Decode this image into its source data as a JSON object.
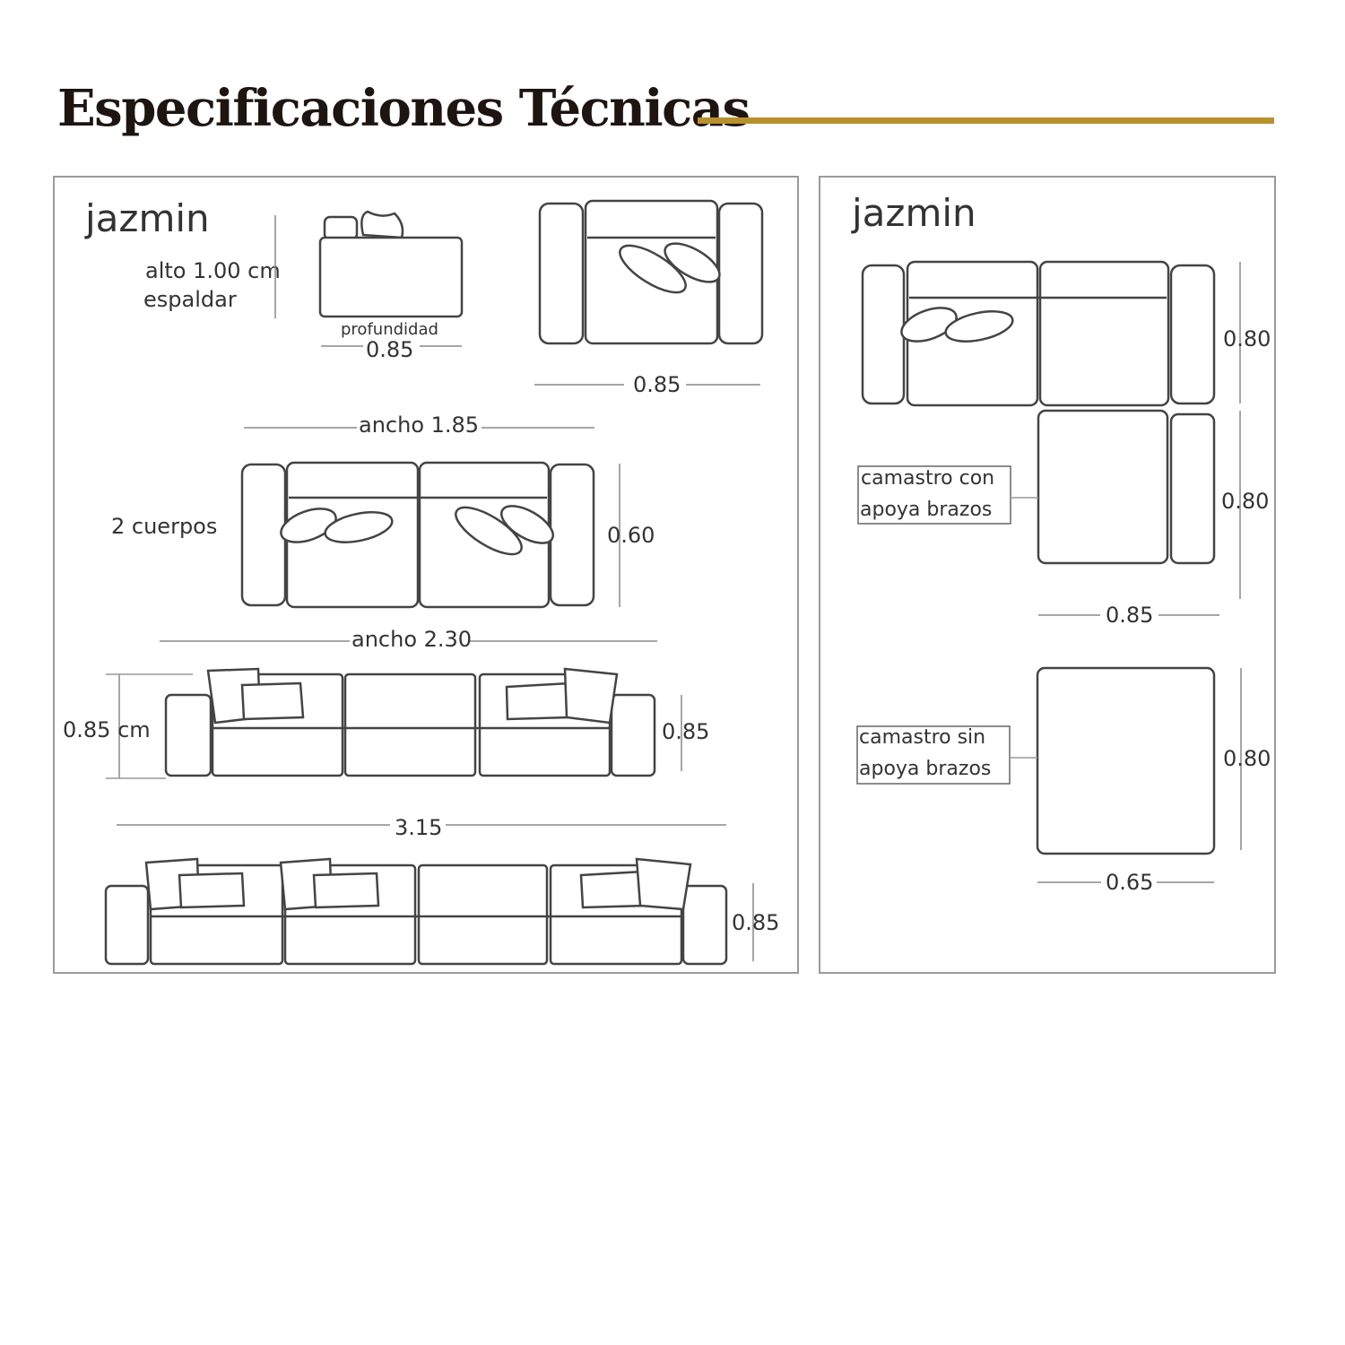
{
  "title": "Especificaciones Técnicas",
  "colors": {
    "accent_line": "#b8902e",
    "panel_border": "#9a9a9a"
  },
  "left_panel": {
    "model": "jazmin",
    "alto": "alto 1.00  cm",
    "espaldar": "espaldar",
    "profundidad": "profundidad",
    "side_depth": "0.85",
    "armchair_width": "0.85",
    "two_seat_width": "ancho 1.85",
    "two_seat_label": "2 cuerpos",
    "two_seat_depth": "0.60",
    "three_seat_width": "ancho 2.30",
    "three_seat_height_left": "0.85 cm",
    "three_seat_height_right": "0.85",
    "four_seat_width": "3.15",
    "four_seat_height": "0.85"
  },
  "right_panel": {
    "model": "jazmin",
    "corner_depth": "0.80",
    "chaise_arm_depth": "0.80",
    "chaise_arm_label_1": "camastro con",
    "chaise_arm_label_2": "apoya brazos",
    "chaise_arm_width": "0.85",
    "chaise_noarm_label_1": "camastro sin",
    "chaise_noarm_label_2": "apoya brazos",
    "chaise_noarm_depth": "0.80",
    "chaise_noarm_width": "0.65"
  }
}
